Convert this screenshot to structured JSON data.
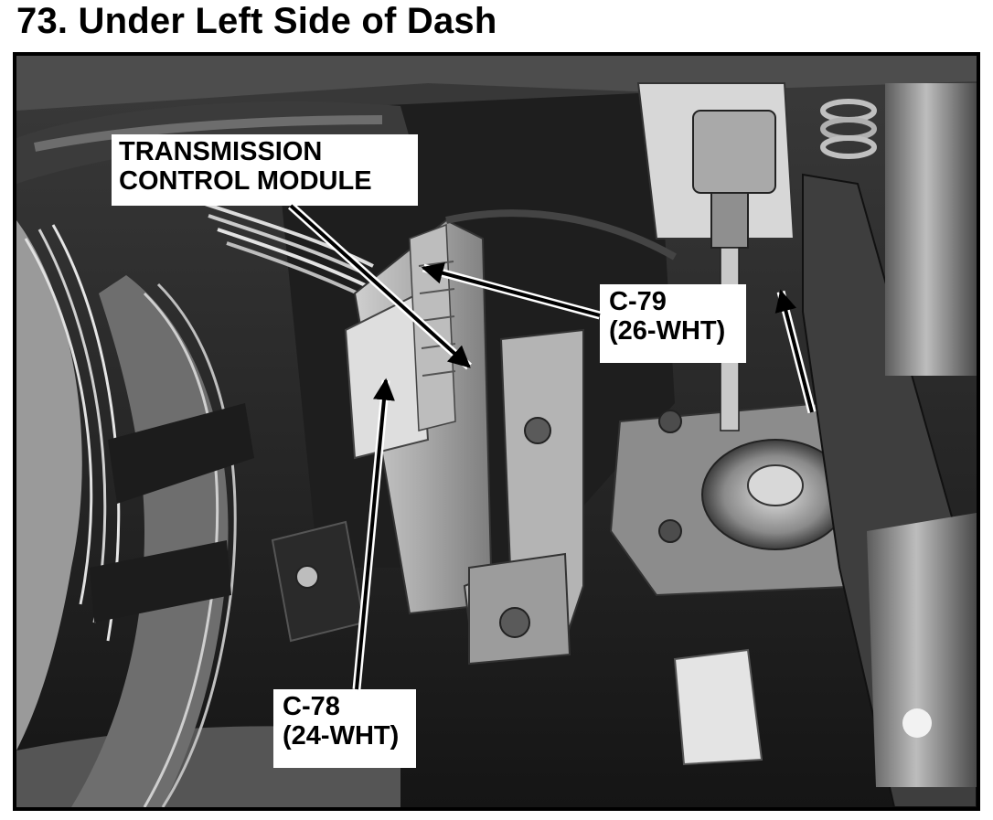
{
  "title": "73. Under Left Side of Dash",
  "photo": {
    "callouts": {
      "tcm": {
        "line1": "TRANSMISSION",
        "line2": "CONTROL MODULE"
      },
      "c79": {
        "line1": "C-79",
        "line2": "(26-WHT)"
      },
      "c78": {
        "line1": "C-78",
        "line2": "(24-WHT)"
      }
    }
  }
}
